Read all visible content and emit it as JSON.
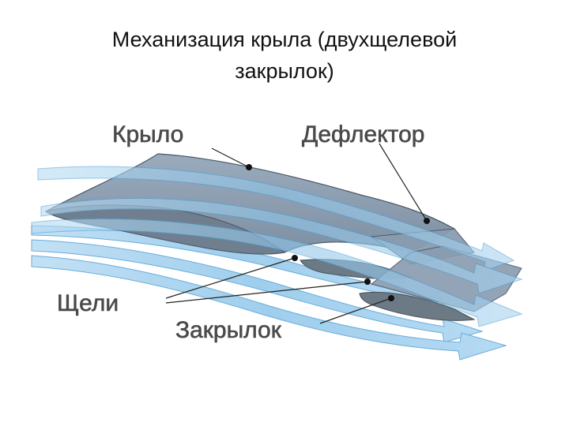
{
  "title": {
    "line1": "Механизация крыла (двухщелевой",
    "line2": "закрылок)"
  },
  "labels": {
    "wing": "Крыло",
    "deflector": "Дефлектор",
    "slots": "Щели",
    "flap": "Закрылок"
  },
  "colors": {
    "airflow": "#8fc6ea",
    "airflow_edge": "#4f9fd6",
    "wing_top": "#8a9db0",
    "wing_front": "#6f7f8f",
    "flap_dark": "#6c7a86",
    "label": "#4a4a4a",
    "leader": "#222222"
  }
}
